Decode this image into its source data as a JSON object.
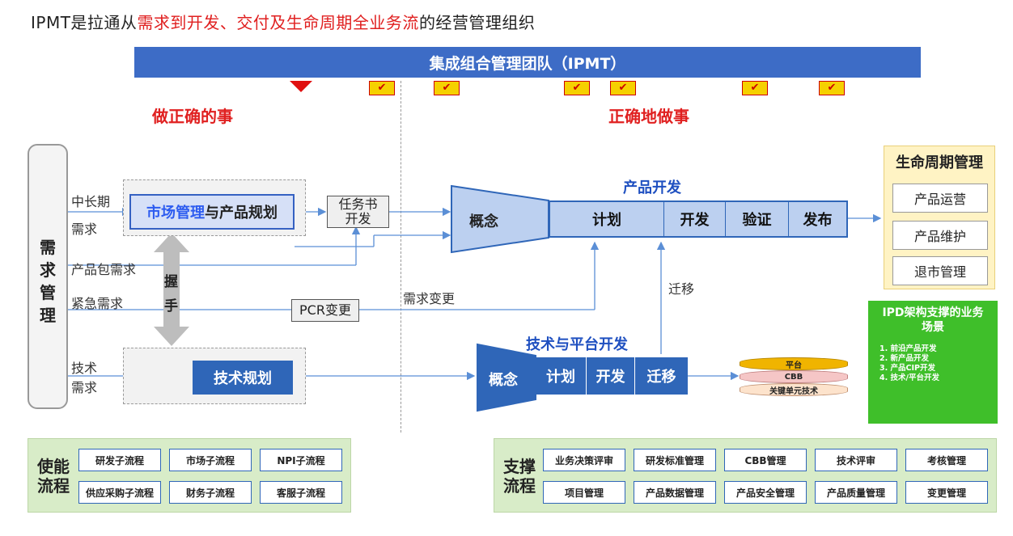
{
  "title": {
    "part1": "IPMT是拉通从",
    "highlight": "需求到开发、交付及生命周期全业务流",
    "part2": "的经营管理组织"
  },
  "ipmt_bar": "集成组合管理团队（IPMT）",
  "checkmark": "✔",
  "left_heading": "做正确的事",
  "right_heading": "正确地做事",
  "requirement_mgmt": "需求管理",
  "labels": {
    "mid_long_1": "中长期",
    "mid_long_2": "需求",
    "product_pkg": "产品包需求",
    "urgent": "紧急需求",
    "tech_1": "技术",
    "tech_2": "需求",
    "grip_1": "握",
    "grip_2": "手",
    "req_change": "需求变更",
    "migrate": "迁移"
  },
  "market_planning": {
    "blue": "市场管理",
    "rest": "与产品规划"
  },
  "task_dev": {
    "line1": "任务书",
    "line2": "开发"
  },
  "pcr": "PCR变更",
  "tech_planning": "技术规划",
  "product_dev": {
    "title": "产品开发",
    "stages": [
      "概念",
      "计划",
      "开发",
      "验证",
      "发布"
    ]
  },
  "tech_platform": {
    "title": "技术与平台开发",
    "stages": [
      "概念",
      "计划",
      "开发",
      "迁移"
    ]
  },
  "stack": [
    "平台",
    "CBB",
    "关键单元技术"
  ],
  "lifecycle": {
    "title": "生命周期管理",
    "items": [
      "产品运营",
      "产品维护",
      "退市管理"
    ]
  },
  "ipd": {
    "title": "IPD架构支撑的业务场景",
    "items": [
      "1. 前沿产品开发",
      "2. 新产品开发",
      "3. 产品CIP开发",
      "4. 技术/平台开发"
    ]
  },
  "enabling": {
    "title": "使能流程",
    "items": [
      "研发子流程",
      "市场子流程",
      "NPI子流程",
      "供应采购子流程",
      "财务子流程",
      "客服子流程"
    ]
  },
  "support": {
    "title": "支撑流程",
    "items": [
      "业务决策评审",
      "研发标准管理",
      "CBB管理",
      "技术评审",
      "考核管理",
      "项目管理",
      "产品数据管理",
      "产品安全管理",
      "产品质量管理",
      "变更管理"
    ]
  },
  "colors": {
    "primary_blue": "#2f66b8",
    "bar_blue": "#3d6cc6",
    "red": "#e02020",
    "green": "#3fbf2a",
    "yellow": "#fff3c4"
  }
}
